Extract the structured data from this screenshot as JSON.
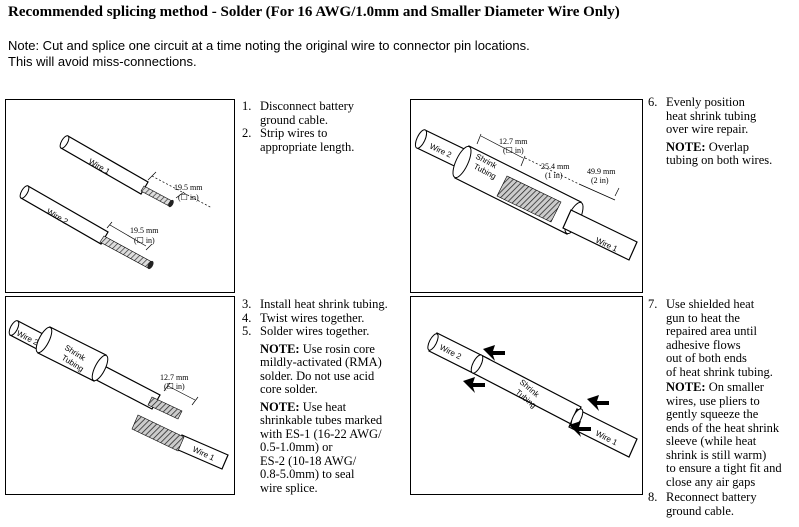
{
  "title": "Recommended splicing method - Solder (For 16 AWG/1.0mm and Smaller Diameter Wire Only)",
  "note": {
    "line1": "Note: Cut and splice one circuit at a time noting the original wire to connector pin locations.",
    "line2": "This will avoid miss-connections."
  },
  "panel1": {
    "wire1": "Wire 1",
    "wire2": "Wire 2",
    "dim1_mm": "19.5 mm",
    "dim1_in": "(☐ in)",
    "dim2_mm": "19.5 mm",
    "dim2_in": "(☐ in)"
  },
  "panel2": {
    "wire2": "Wire 2",
    "wire1": "Wire 1",
    "shrink": "Shrink",
    "tubing": "Tubing",
    "dim_mm": "12.7 mm",
    "dim_in": "(☐ in)"
  },
  "panel3": {
    "wire2": "Wire 2",
    "wire1": "Wire 1",
    "shrink": "Shrink",
    "tubing": "Tubing",
    "dim_a_mm": "12.7 mm",
    "dim_a_in": "(☐ in)",
    "dim_b_mm": "25.4 mm",
    "dim_b_in": "(1 in)",
    "dim_c_mm": "49.9 mm",
    "dim_c_in": "(2 in)"
  },
  "panel4": {
    "wire2": "Wire 2",
    "wire1": "Wire 1",
    "shrink": "Shrink",
    "tubing": "Tubing"
  },
  "steps_a": {
    "s1_num": "1.",
    "s1_l1": "Disconnect battery",
    "s1_l2": "ground cable.",
    "s2_num": "2.",
    "s2_l1": "Strip wires to",
    "s2_l2": "appropriate length."
  },
  "steps_b": {
    "s3_num": "3.",
    "s3": "Install heat shrink tubing.",
    "s4_num": "4.",
    "s4": "Twist wires together.",
    "s5_num": "5.",
    "s5": "Solder wires together.",
    "note_label": "NOTE:",
    "n1_l1": " Use rosin core",
    "n1_l2": "mildly-activated (RMA)",
    "n1_l3": "solder. Do not use acid",
    "n1_l4": "core solder.",
    "n2_l1": " Use heat",
    "n2_l2": "shrinkable tubes marked",
    "n2_l3": "with ES-1 (16-22 AWG/",
    "n2_l4": "0.5-1.0mm) or",
    "n2_l5": "ES-2 (10-18 AWG/",
    "n2_l6": "0.8-5.0mm) to seal",
    "n2_l7": "wire splice."
  },
  "steps_c": {
    "s6_num": "6.",
    "s6_l1": "Evenly position",
    "s6_l2": "heat shrink tubing",
    "s6_l3": "over wire repair.",
    "note_label": "NOTE:",
    "n_l1": " Overlap",
    "n_l2": "tubing on both wires."
  },
  "steps_d": {
    "s7_num": "7.",
    "s7_l1": "Use shielded heat",
    "s7_l2": "gun to heat the",
    "s7_l3": "repaired area until",
    "s7_l4": "adhesive flows",
    "s7_l5": "out of both ends",
    "s7_l6": "of heat shrink tubing.",
    "note_label": "NOTE:",
    "n_l1": " On smaller",
    "n_l2": "wires, use pliers to",
    "n_l3": "gently squeeze the",
    "n_l4": "ends of the heat shrink",
    "n_l5": "sleeve (while heat",
    "n_l6": "shrink is still warm)",
    "n_l7": "to ensure a tight fit and",
    "n_l8": "close any air gaps",
    "s8_num": "8.",
    "s8_l1": "Reconnect battery",
    "s8_l2": "ground cable."
  }
}
